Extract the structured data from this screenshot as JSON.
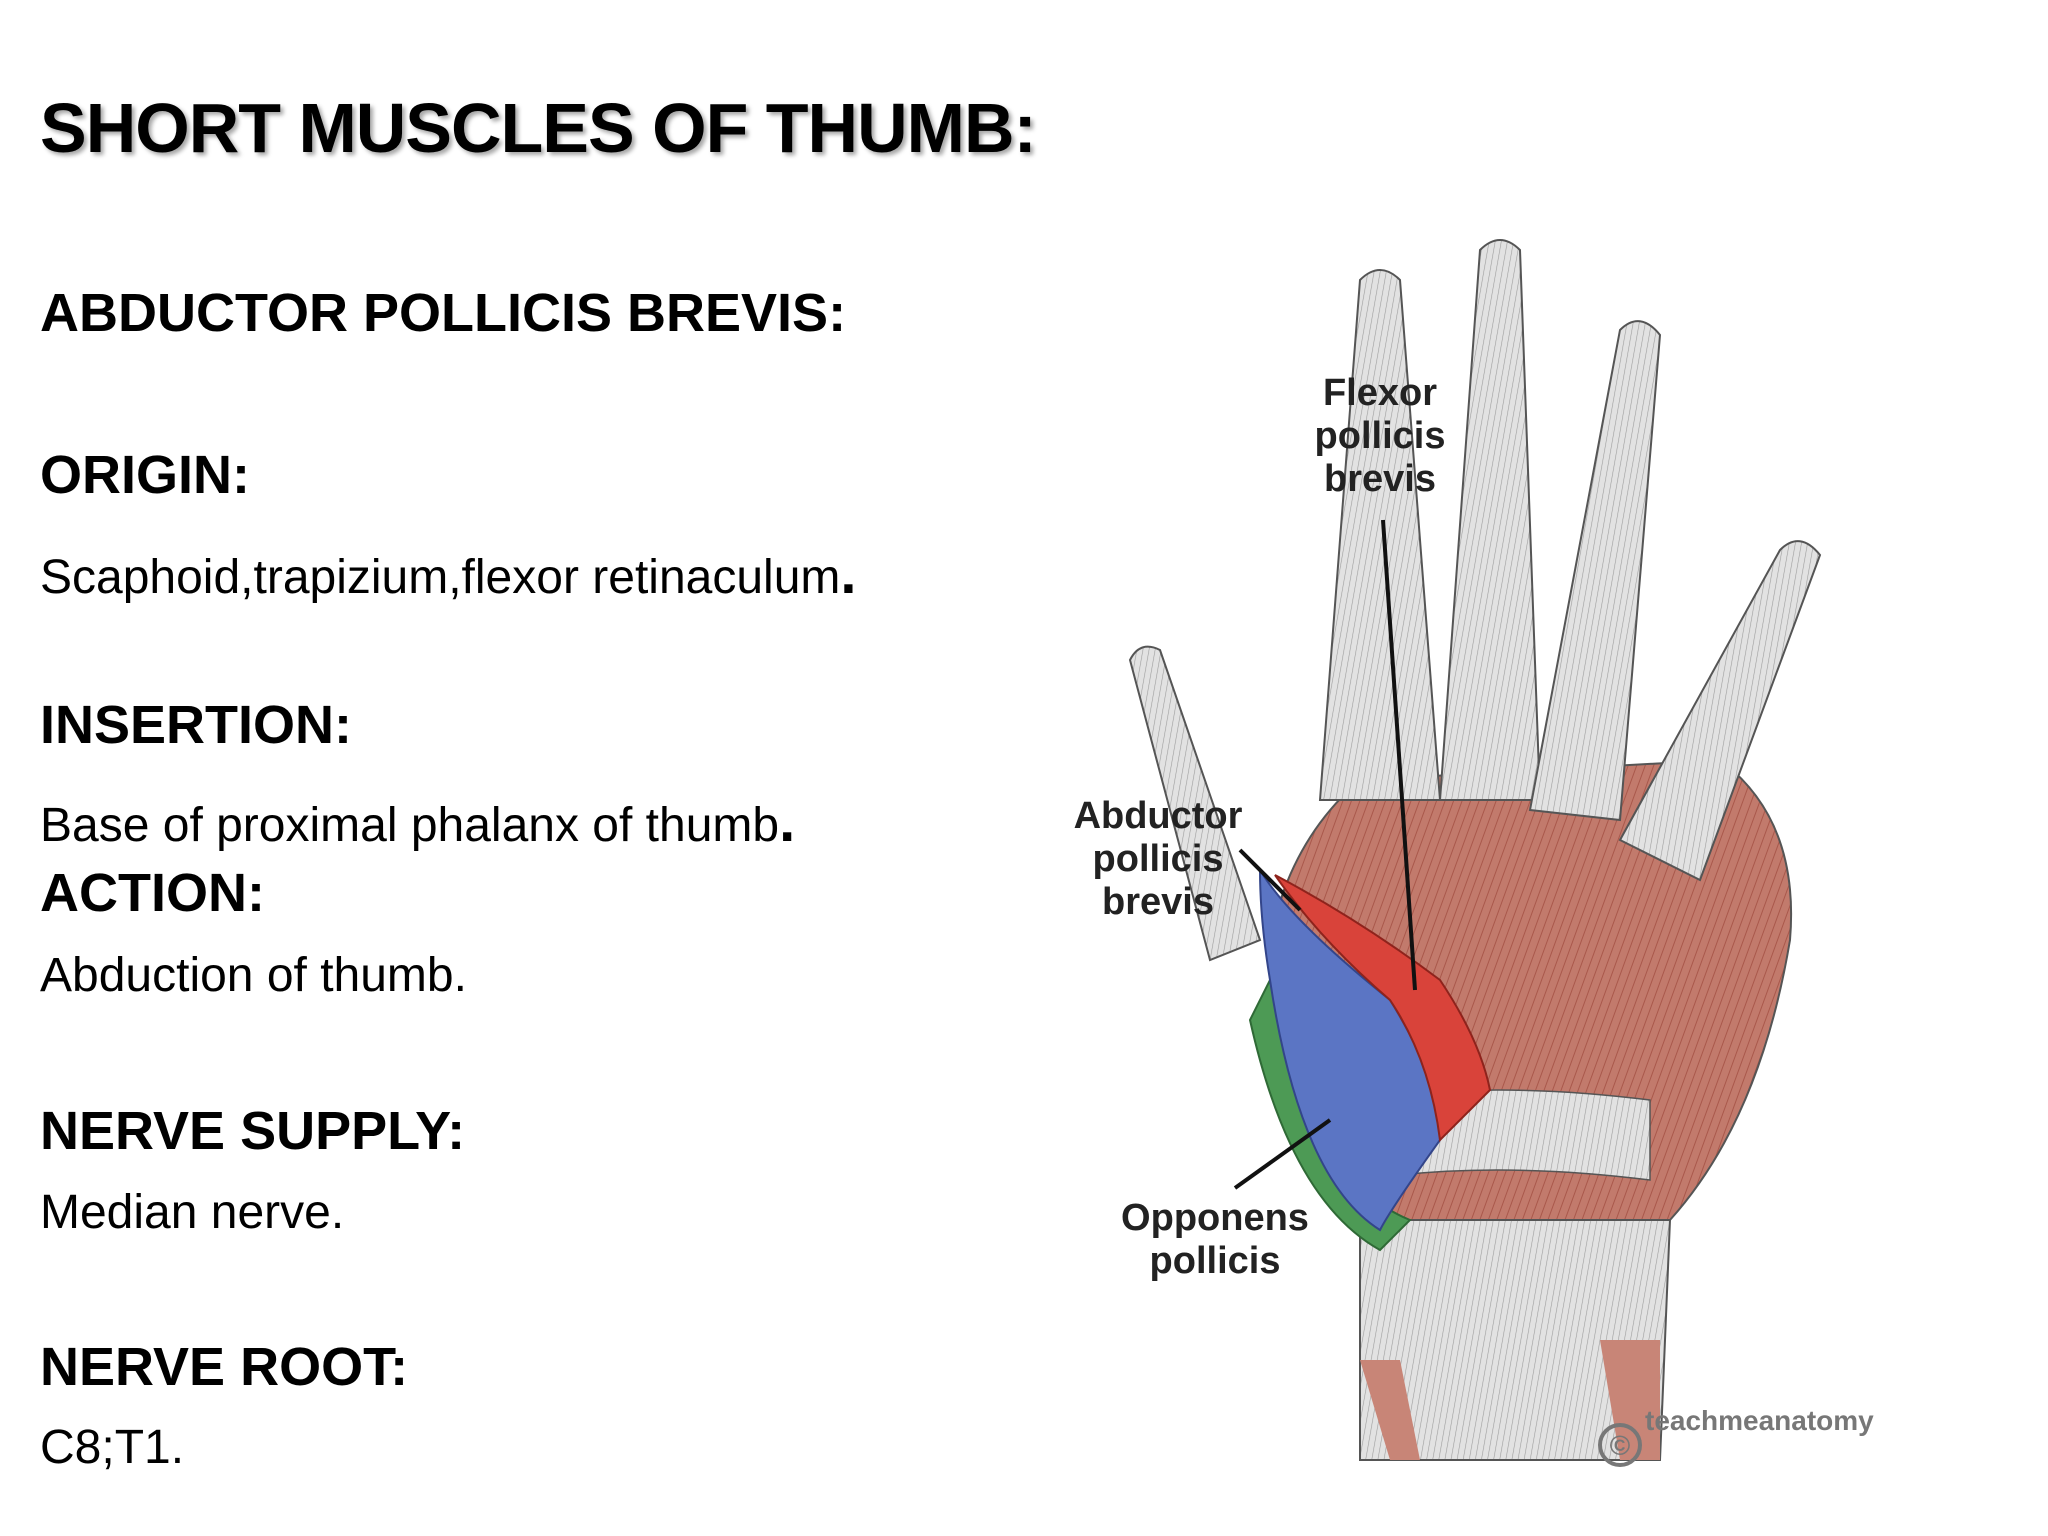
{
  "title": "SHORT MUSCLES OF THUMB:",
  "muscle": "ABDUCTOR POLLICIS BREVIS:",
  "origin": {
    "heading": "ORIGIN:",
    "text": "Scaphoid,trapizium,flexor retinaculum",
    "end": "."
  },
  "insertion": {
    "heading": "INSERTION:",
    "text": "Base of proximal phalanx of thumb",
    "end": "."
  },
  "action": {
    "heading": "ACTION:",
    "text": "Abduction of thumb."
  },
  "nerve_supply": {
    "heading": "NERVE SUPPLY:",
    "text": "Median nerve."
  },
  "nerve_root": {
    "heading": "NERVE ROOT:",
    "text": "C8;T1."
  },
  "figure": {
    "labels": {
      "fpb": [
        "Flexor",
        "pollicis",
        "brevis"
      ],
      "apb": [
        "Abductor",
        "pollicis",
        "brevis"
      ],
      "op": [
        "Opponens",
        "pollicis"
      ]
    },
    "watermark": "teachmeanatomy",
    "colors": {
      "apb": "#5b75c4",
      "fpb": "#d9433a",
      "op": "#4d9a55",
      "muscle": "#c27a6c",
      "tendon": "#dcdcdc"
    }
  }
}
